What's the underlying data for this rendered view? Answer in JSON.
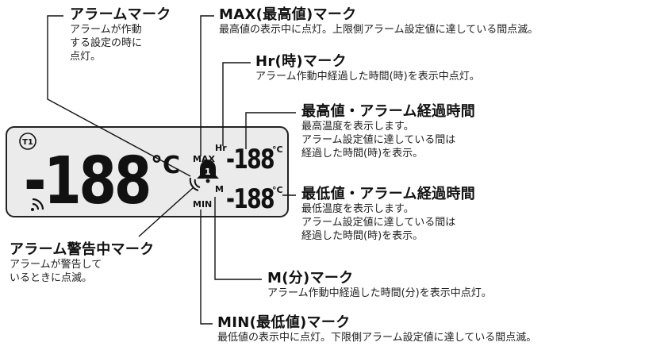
{
  "lcd": {
    "t1": "T1",
    "main_digits": "-188",
    "main_unit": "°C",
    "max_tag": "MAX",
    "hr_tag": "Hr",
    "max_digits": "-188",
    "max_unit": "°C",
    "m_tag": "M",
    "min_tag": "MIN",
    "min_digits": "-188",
    "min_unit": "°C",
    "alert_digit": "1"
  },
  "annotations": {
    "alarm_mark": {
      "title": "アラームマーク",
      "desc": [
        "アラームが作動",
        "する設定の時に",
        "点灯。"
      ]
    },
    "max_mark": {
      "title": "MAX(最高値)マーク",
      "desc": [
        "最高値の表示中に点灯。上限側アラーム設定値に達している間点滅。"
      ]
    },
    "hr_mark": {
      "title": "Hr(時)マーク",
      "desc": [
        "アラーム作動中経過した時間(時)を表示中点灯。"
      ]
    },
    "max_elapsed": {
      "title": "最高値・アラーム経過時間",
      "desc": [
        "最高温度を表示します。",
        "アラーム設定値に達している間は",
        "経過した時間(時)を表示。"
      ]
    },
    "min_elapsed": {
      "title": "最低値・アラーム経過時間",
      "desc": [
        "最低温度を表示します。",
        "アラーム設定値に達している間は",
        "経過した時間(時)を表示。"
      ]
    },
    "alarm_warning": {
      "title": "アラーム警告中マーク",
      "desc": [
        "アラームが警告して",
        "いるときに点滅。"
      ]
    },
    "m_mark": {
      "title": "M(分)マーク",
      "desc": [
        "アラーム作動中経過した時間(分)を表示中点灯。"
      ]
    },
    "min_mark": {
      "title": "MIN(最低値)マーク",
      "desc": [
        "最低値の表示中に点灯。下限側アラーム設定値に達している間点滅。"
      ]
    }
  }
}
